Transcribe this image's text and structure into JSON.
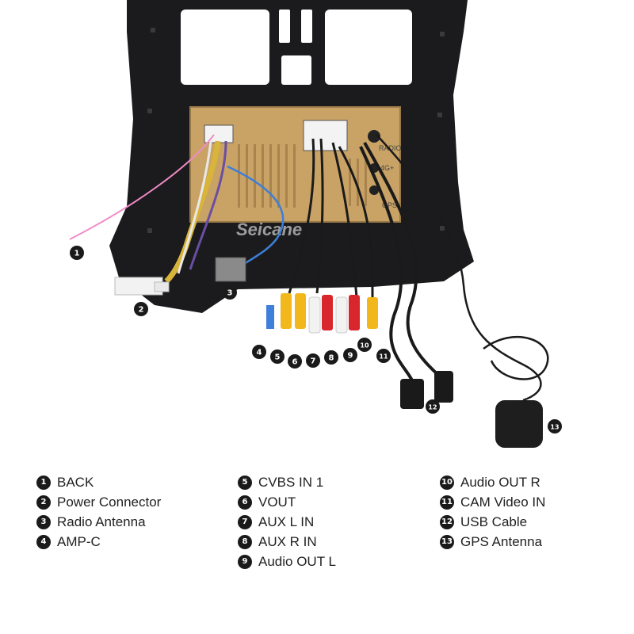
{
  "watermark": "Seicane",
  "radio_labels": {
    "radio": "RADIO",
    "fourg": "4G+",
    "gps": "GPS"
  },
  "callouts": [
    "1",
    "2",
    "3",
    "4",
    "5",
    "6",
    "7",
    "8",
    "9",
    "10",
    "11",
    "12",
    "13"
  ],
  "legend": {
    "column1": [
      {
        "num": "1",
        "label": "BACK"
      },
      {
        "num": "2",
        "label": "Power Connector"
      },
      {
        "num": "3",
        "label": "Radio Antenna"
      },
      {
        "num": "4",
        "label": "AMP-C"
      }
    ],
    "column2": [
      {
        "num": "5",
        "label": "CVBS IN 1"
      },
      {
        "num": "6",
        "label": "VOUT"
      },
      {
        "num": "7",
        "label": "AUX L IN"
      },
      {
        "num": "8",
        "label": "AUX R IN"
      },
      {
        "num": "9",
        "label": "Audio OUT L"
      }
    ],
    "column3": [
      {
        "num": "10",
        "label": "Audio OUT R"
      },
      {
        "num": "11",
        "label": "CAM Video IN"
      },
      {
        "num": "12",
        "label": "USB Cable"
      },
      {
        "num": "13",
        "label": "GPS Antenna"
      }
    ]
  },
  "colors": {
    "frame": "#1b1b1d",
    "panel": "#c9a266",
    "wire_pink": "#f08cc8",
    "wire_blue": "#3d7fd9",
    "rca_yellow": "#f2b81b",
    "rca_red": "#d8262c",
    "rca_white": "#f2f2f2",
    "badge": "#1a1a1a"
  }
}
